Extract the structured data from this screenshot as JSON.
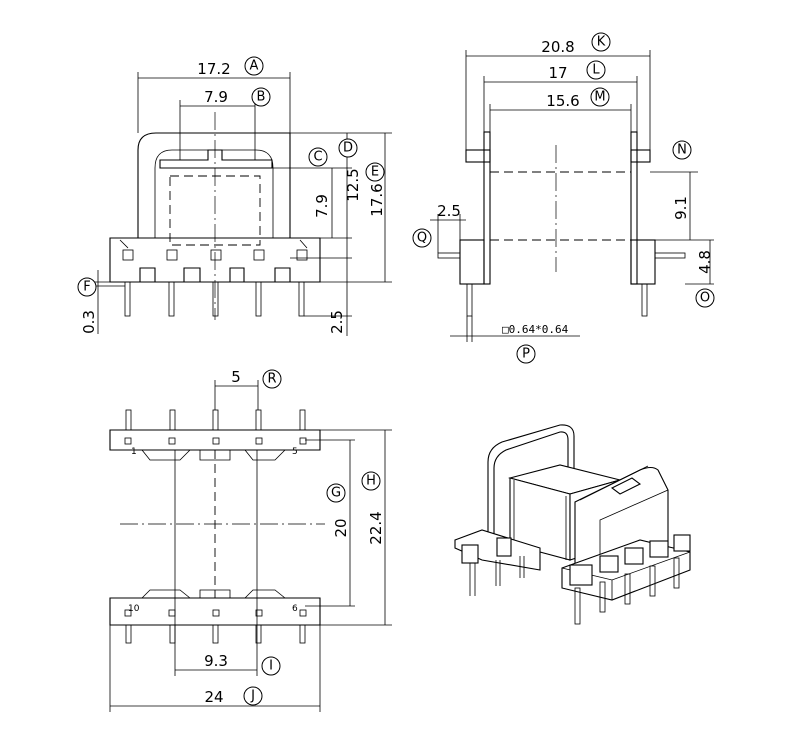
{
  "dimensions": {
    "A": "17.2",
    "B": "7.9",
    "C": "",
    "D": "12.5",
    "E": "17.6",
    "C_dim": "7.9",
    "F": "0.3",
    "F2": "2.5",
    "K": "20.8",
    "L": "17",
    "M": "15.6",
    "N": "9.1",
    "O": "4.8",
    "Q": "2.5",
    "P": "□0.64*0.64",
    "R": "5",
    "G": "20",
    "H": "22.4",
    "I": "9.3",
    "J": "24"
  },
  "labels": {
    "A": "A",
    "B": "B",
    "C": "C",
    "D": "D",
    "E": "E",
    "F": "F",
    "G": "G",
    "H": "H",
    "I": "I",
    "J": "J",
    "K": "K",
    "L": "L",
    "M": "M",
    "N": "N",
    "O": "O",
    "P": "P",
    "Q": "Q",
    "R": "R"
  },
  "pins": {
    "p1": "1",
    "p5": "5",
    "p6": "6",
    "p10": "10"
  }
}
